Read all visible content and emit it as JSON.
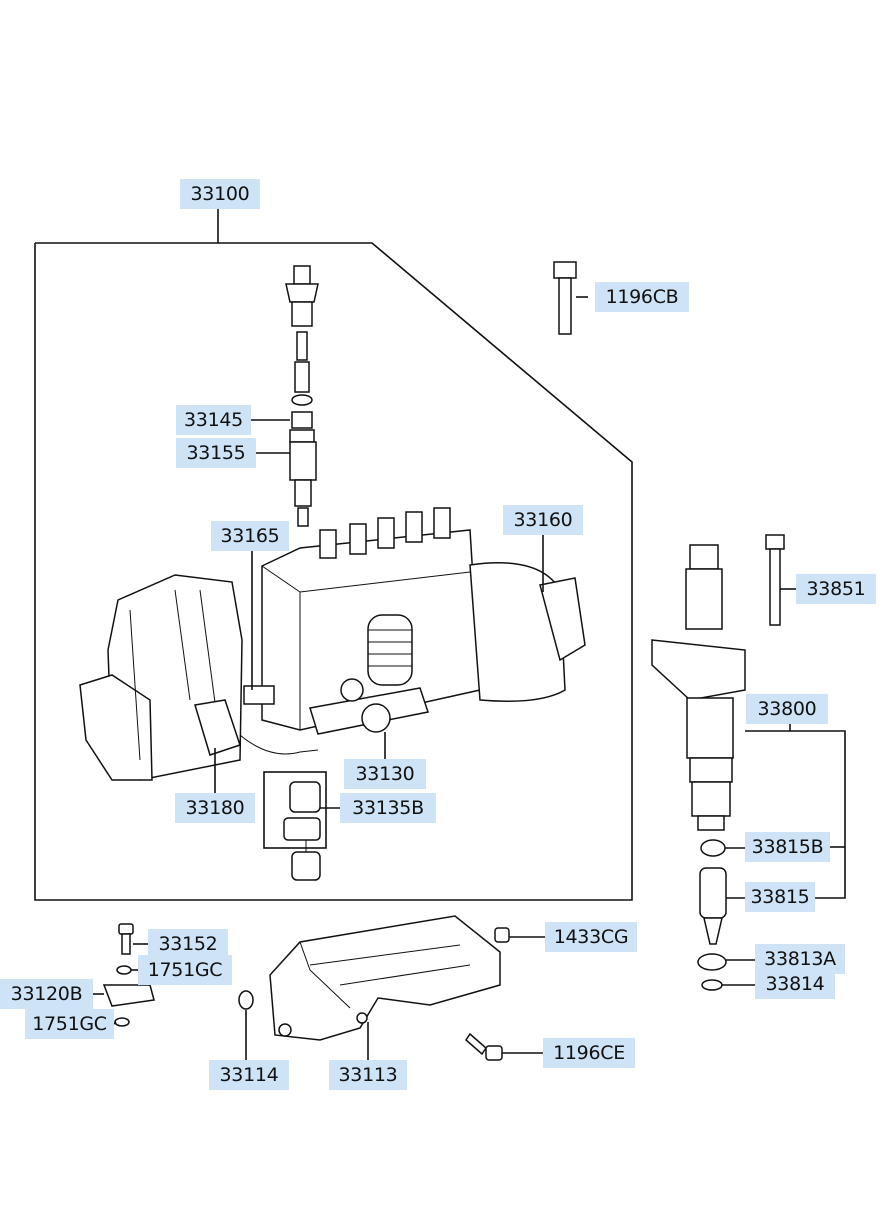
{
  "labels": {
    "l33100": "33100",
    "l1196CB": "1196CB",
    "l33145": "33145",
    "l33155": "33155",
    "l33160": "33160",
    "l33165": "33165",
    "l33851": "33851",
    "l33800": "33800",
    "l33130": "33130",
    "l33180": "33180",
    "l33135B": "33135B",
    "l33815B": "33815B",
    "l33815": "33815",
    "l33152": "33152",
    "l1751GC_a": "1751GC",
    "l33120B": "33120B",
    "l1751GC_b": "1751GC",
    "l1433CG": "1433CG",
    "l33813A": "33813A",
    "l33814": "33814",
    "l33114": "33114",
    "l33113": "33113",
    "l1196CE": "1196CE"
  },
  "colors": {
    "label_bg": "#cfe3f7",
    "line": "#111111"
  }
}
